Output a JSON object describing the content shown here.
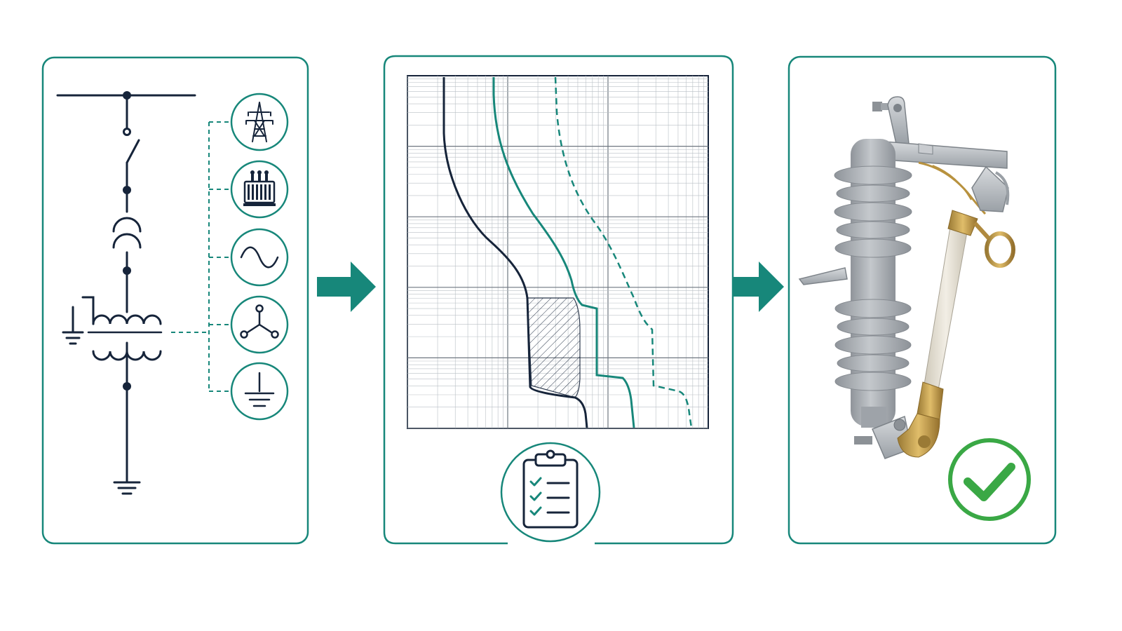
{
  "colors": {
    "accent": "#17877a",
    "dark": "#16243a",
    "check": "#3aa845",
    "porcelain": "#a9aeb3",
    "brass": "#c8a050",
    "tube": "#e6e1d5"
  },
  "panels": [
    {
      "id": "single-line-diagram",
      "symbols": [
        "bus-bar",
        "disconnect-switch",
        "fuse",
        "transformer",
        "ground"
      ],
      "legend_icons": [
        "transmission-tower-icon",
        "transformer-icon",
        "ac-source-icon",
        "wye-connection-icon",
        "ground-icon"
      ]
    },
    {
      "id": "time-current-curves",
      "center_icon": "clipboard-checklist-icon",
      "curves": [
        {
          "style": "solid",
          "color": "dark"
        },
        {
          "style": "solid",
          "color": "accent"
        },
        {
          "style": "dashed",
          "color": "accent"
        }
      ],
      "shaded_region": "hatched"
    },
    {
      "id": "fuse-cutout",
      "image": "fuse-cutout-illustration",
      "status_icon": "check-icon"
    }
  ],
  "arrows": [
    "right-arrow-icon",
    "right-arrow-icon"
  ]
}
